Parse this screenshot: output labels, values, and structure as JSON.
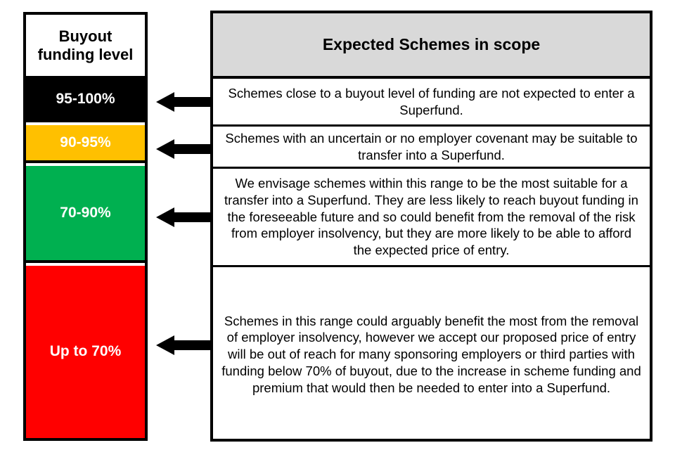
{
  "scale": {
    "header_label": "Buyout funding level",
    "header_line1": "Buyout",
    "header_line2": "funding level",
    "bands": [
      {
        "label": "95-100%",
        "color": "#000000",
        "text_color": "#ffffff",
        "name": "band-95-100"
      },
      {
        "label": "90-95%",
        "color": "#ffc000",
        "text_color": "#ffffff",
        "name": "band-90-95"
      },
      {
        "label": "70-90%",
        "color": "#00b050",
        "text_color": "#ffffff",
        "name": "band-70-90"
      },
      {
        "label": "Up to 70%",
        "color": "#ff0000",
        "text_color": "#ffffff",
        "name": "band-up-to-70"
      }
    ]
  },
  "scope": {
    "header": "Expected Schemes in scope",
    "header_bg": "#d9d9d9",
    "rows": [
      {
        "text": "Schemes close to a buyout level of funding are not expected to enter a Superfund."
      },
      {
        "text": "Schemes with an uncertain or no employer covenant may be suitable to transfer into a Superfund."
      },
      {
        "text": "We envisage schemes within this range to be the most suitable for a transfer into a Superfund. They are less likely to reach buyout funding in the foreseeable future and so could benefit from the removal of the risk from employer insolvency, but they are more likely to be able to afford the expected price of entry."
      },
      {
        "text": "Schemes in this range could arguably benefit the most from the removal of employer insolvency, however we accept our proposed price of entry will be out of reach for many sponsoring employers or third parties with funding below 70% of buyout, due to the increase in scheme funding and premium that would then be needed to enter into a Superfund."
      }
    ]
  },
  "connectors": [
    {
      "name": "arrow-to-band-95-100",
      "direction": "left"
    },
    {
      "name": "arrow-to-band-90-95",
      "direction": "left"
    },
    {
      "name": "arrow-to-band-70-90",
      "direction": "left"
    },
    {
      "name": "arrow-to-band-up-to-70",
      "direction": "left"
    }
  ],
  "palette": {
    "border": "#000000",
    "page_bg": "#ffffff",
    "header_gray": "#d9d9d9",
    "amber": "#ffc000",
    "green": "#00b050",
    "red": "#ff0000"
  }
}
